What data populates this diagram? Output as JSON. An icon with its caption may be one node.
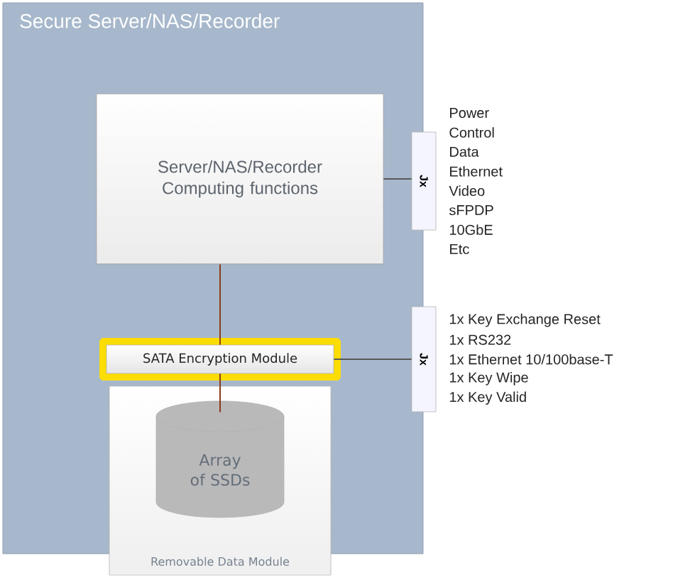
{
  "diagram": {
    "nodes": [
      {
        "text": [
          "Secure Server/NAS/Recorder"
        ]
      },
      {
        "text": [
          "Server/NAS/Recorder Computing functions"
        ],
        "in": 0
      },
      {
        "text": [
          "Jx"
        ],
        "beside": [
          "Power",
          "Control",
          "Data",
          "Ethernet",
          "Video",
          "sFPDP",
          "10GbE",
          "Etc"
        ]
      },
      {
        "text": [
          "Jx"
        ],
        "beside": [
          "1x Key Exchange Reset",
          "1x RS232",
          "1x Ethernet 10/100base-T",
          "1x Key Wipe",
          "1x Key Valid"
        ]
      },
      {
        "text": [
          "SATA Encryption Module"
        ],
        "in": 0
      },
      {
        "text": [
          "Removable Data Module"
        ]
      },
      {
        "text": [
          "Array of SSDs"
        ],
        "in": 5
      }
    ],
    "edges": [
      {
        "from": 1,
        "to": 4,
        "arrow": "none",
        "color": "#8b3a1a"
      },
      {
        "from": 4,
        "to": 6,
        "arrow": "none",
        "color": "#8b3a1a"
      },
      {
        "from": 1,
        "to": 2,
        "arrow": "none"
      },
      {
        "from": 4,
        "to": 3,
        "arrow": "none"
      }
    ]
  }
}
